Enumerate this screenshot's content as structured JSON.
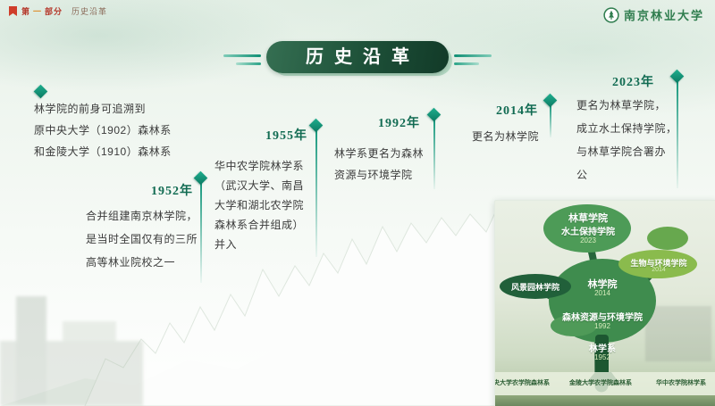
{
  "header": {
    "breadcrumb": {
      "part_char": "第",
      "part_num": "一",
      "part_word": "部分",
      "section": "历史沿革"
    },
    "school": "南京林业大学"
  },
  "title": "历史沿革",
  "timeline": [
    {
      "year": "",
      "lines": [
        "林学院的前身可追溯到",
        "原中央大学（1902）森林系",
        "和金陵大学（1910）森林系"
      ]
    },
    {
      "year": "1952年",
      "lines": [
        "合并组建南京林学院，",
        "是当时全国仅有的三所",
        "高等林业院校之一"
      ]
    },
    {
      "year": "1955年",
      "lines": [
        "华中农学院林学系",
        "（武汉大学、南昌",
        "大学和湖北农学院",
        "森林系合并组成）",
        "并入"
      ]
    },
    {
      "year": "1992年",
      "lines": [
        "林学系更名为森林",
        "资源与环境学院"
      ]
    },
    {
      "year": "2014年",
      "lines": [
        "更名为林学院"
      ]
    },
    {
      "year": "2023年",
      "lines": [
        "更名为林草学院，",
        "成立水土保持学院，",
        "与林草学院合署办",
        "公"
      ]
    }
  ],
  "tree": {
    "lincao": "林草学院",
    "shuitu": "水土保持学院",
    "year2023": "2023",
    "bio": "生物与环境学院",
    "bio_year": "2014",
    "linxueyuan": "林学院",
    "year2014": "2014",
    "fengjing": "风景园林学院",
    "senlin": "森林资源与环境学院",
    "year1992": "1992",
    "linxuexi": "林学系",
    "year1952": "1952",
    "roots": [
      "中央大学农学院森林系",
      "金陵大学农学院森林系",
      "华中农学院林学系"
    ]
  },
  "colors": {
    "accent_teal": "#17997e",
    "dark_green": "#1d5038",
    "year_green": "#116b52",
    "header_red": "#b5372a"
  }
}
